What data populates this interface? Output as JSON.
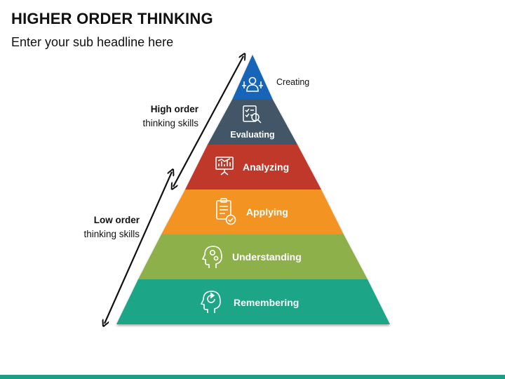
{
  "header": {
    "title": "HIGHER ORDER THINKING",
    "subtitle": "Enter your sub headline here"
  },
  "groups": {
    "high": {
      "strong": "High order",
      "light": "thinking skills"
    },
    "low": {
      "strong": "Low order",
      "light": "thinking skills"
    }
  },
  "pyramid": {
    "levels": [
      {
        "label": "Creating",
        "color": "#1565b8",
        "icon": "creator-person-icon"
      },
      {
        "label": "Evaluating",
        "color": "#425768",
        "icon": "checklist-magnifier-icon"
      },
      {
        "label": "Analyzing",
        "color": "#c0392b",
        "icon": "chart-presentation-icon"
      },
      {
        "label": "Applying",
        "color": "#f39321",
        "icon": "clipboard-check-icon"
      },
      {
        "label": "Understanding",
        "color": "#8db04b",
        "icon": "head-gears-icon"
      },
      {
        "label": "Remembering",
        "color": "#1fa586",
        "icon": "head-refresh-icon"
      }
    ]
  },
  "colors": {
    "footer_bar": "#1a9e86"
  }
}
